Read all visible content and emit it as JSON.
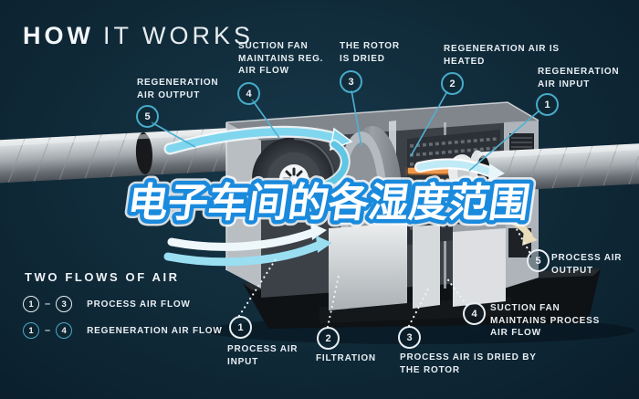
{
  "title": {
    "bold": "HOW",
    "light": "IT WORKS"
  },
  "watermark": "电子车间的各湿度范围",
  "legend": {
    "title": "TWO FLOWS OF AIR",
    "separator": "–",
    "rows": [
      {
        "from": "1",
        "to": "3",
        "label": "PROCESS AIR FLOW",
        "style": "process"
      },
      {
        "from": "1",
        "to": "4",
        "label": "REGENERATION AIR FLOW",
        "style": "regeneration"
      }
    ]
  },
  "callouts": {
    "regeneration": [
      {
        "num": "1",
        "label": "REGENERATION AIR INPUT"
      },
      {
        "num": "2",
        "label": "REGENERATION AIR IS HEATED"
      },
      {
        "num": "3",
        "label": "THE ROTOR IS DRIED"
      },
      {
        "num": "4",
        "label": "SUCTION FAN MAINTAINS REG. AIR FLOW"
      },
      {
        "num": "5",
        "label": "REGENERATION AIR OUTPUT"
      }
    ],
    "process": [
      {
        "num": "1",
        "label": "PROCESS AIR INPUT"
      },
      {
        "num": "2",
        "label": "FILTRATION"
      },
      {
        "num": "3",
        "label": "PROCESS AIR IS DRIED BY THE ROTOR"
      },
      {
        "num": "4",
        "label": "SUCTION FAN MAINTAINS PROCESS AIR FLOW"
      },
      {
        "num": "5",
        "label": "PROCESS AIR OUTPUT"
      }
    ]
  },
  "colors": {
    "background": "#102c3b",
    "accent_teal": "#46abc9",
    "process_white": "#e8eef2",
    "watermark_blue": "#1a8add",
    "heater_orange": "#e6832f",
    "airflow_cyan": "#7fd6ee"
  }
}
